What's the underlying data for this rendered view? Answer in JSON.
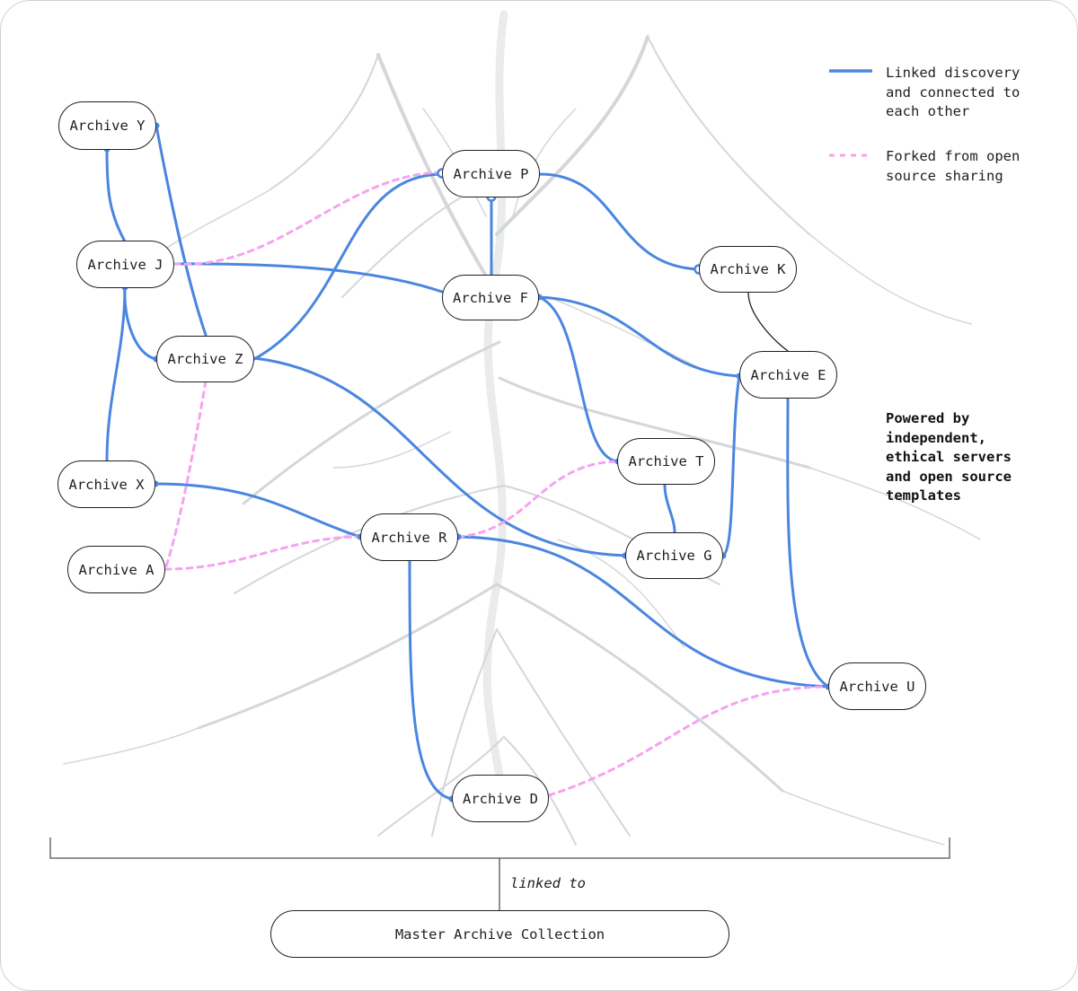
{
  "colors": {
    "linked": "#4a86e0",
    "forked": "#f5a3f0",
    "outline": "#1f1f1f",
    "roots": "#d4d7d9"
  },
  "legend": {
    "linked_label": [
      "Linked discovery",
      "and connected to",
      "each other"
    ],
    "forked_label": [
      "Forked from open",
      "source sharing"
    ]
  },
  "powered_by": [
    "Powered by",
    "independent,",
    "ethical servers",
    "and open source",
    "templates"
  ],
  "nodes": {
    "Y": "Archive Y",
    "J": "Archive J",
    "Z": "Archive Z",
    "X": "Archive X",
    "A": "Archive A",
    "P": "Archive P",
    "F": "Archive F",
    "K": "Archive K",
    "E": "Archive E",
    "T": "Archive T",
    "R": "Archive R",
    "G": "Archive G",
    "U": "Archive U",
    "D": "Archive D"
  },
  "connections": {
    "linked": [
      [
        "Y",
        "J"
      ],
      [
        "Y",
        "Z"
      ],
      [
        "J",
        "Z"
      ],
      [
        "J",
        "X"
      ],
      [
        "J",
        "F"
      ],
      [
        "Z",
        "P"
      ],
      [
        "Z",
        "G"
      ],
      [
        "P",
        "F"
      ],
      [
        "P",
        "K"
      ],
      [
        "F",
        "E"
      ],
      [
        "F",
        "T"
      ],
      [
        "T",
        "G"
      ],
      [
        "E",
        "G"
      ],
      [
        "E",
        "U"
      ],
      [
        "X",
        "R"
      ],
      [
        "R",
        "U"
      ],
      [
        "R",
        "D"
      ]
    ],
    "forked": [
      [
        "J",
        "P"
      ],
      [
        "Z",
        "A"
      ],
      [
        "A",
        "R"
      ],
      [
        "R",
        "T"
      ],
      [
        "D",
        "U"
      ]
    ],
    "plain": [
      [
        "K",
        "E"
      ]
    ]
  },
  "bracket": {
    "linked_to_label": "linked to",
    "master_label": "Master Archive Collection"
  }
}
